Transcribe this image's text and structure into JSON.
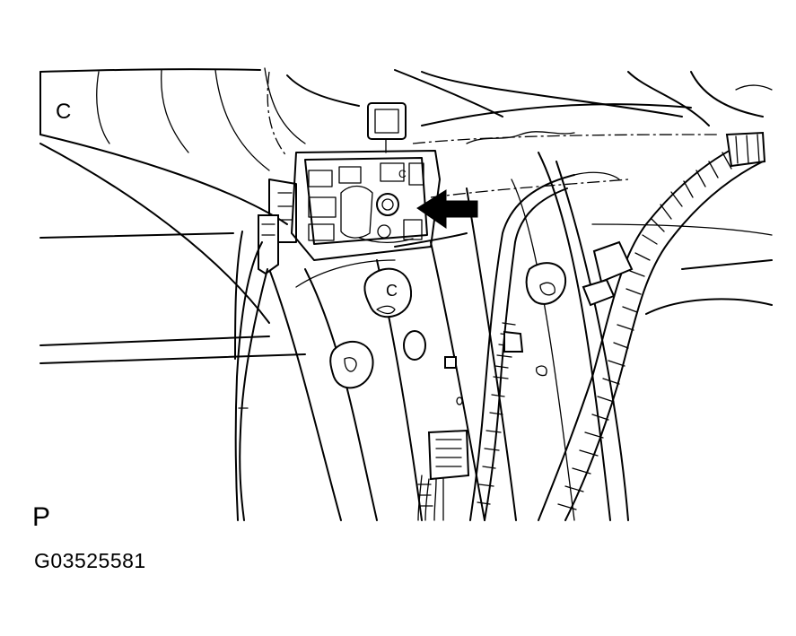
{
  "diagram": {
    "panel_letter": "P",
    "figure_code": "G03525581",
    "hole_marks": [
      {
        "id": "mark-top-left",
        "text": "C"
      },
      {
        "id": "mark-center",
        "text": "C"
      },
      {
        "id": "mark-bracket",
        "text": "C"
      }
    ],
    "pointer": {
      "direction": "left",
      "color": "#000000"
    }
  }
}
